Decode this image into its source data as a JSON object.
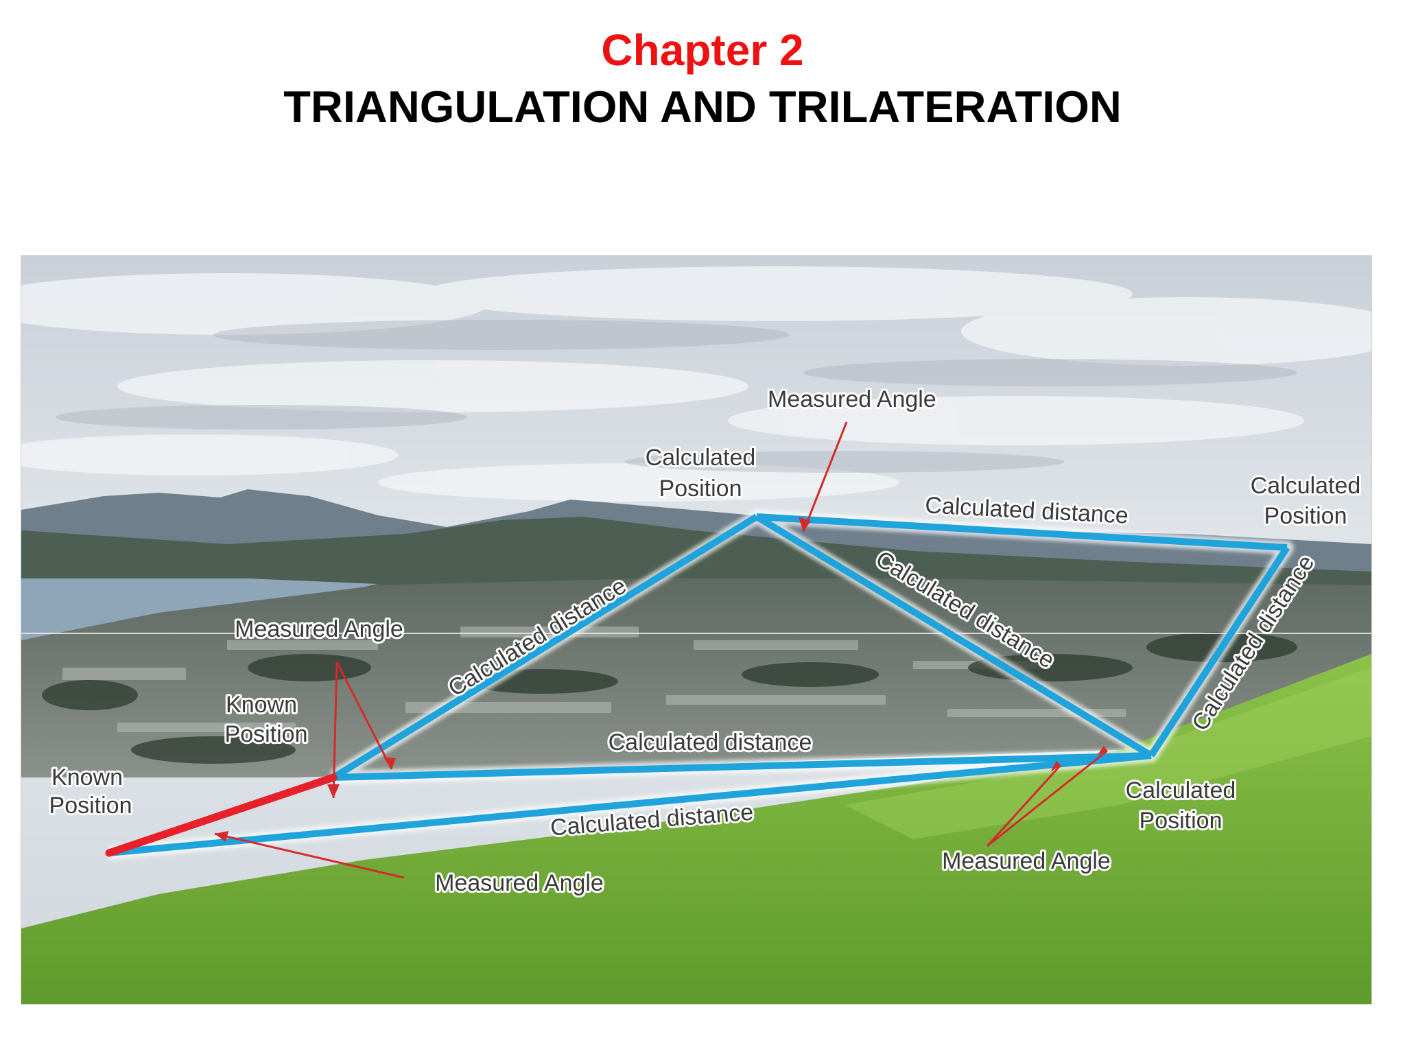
{
  "header": {
    "chapter": "Chapter 2",
    "title": "TRIANGULATION AND TRILATERATION"
  },
  "figure": {
    "labels": {
      "measured_angle_top": "Measured Angle",
      "calc_position_top_line1": "Calculated",
      "calc_position_top_line2": "Position",
      "calc_distance_top": "Calculated distance",
      "calc_position_right_line1": "Calculated",
      "calc_position_right_line2": "Position",
      "calc_distance_upper_left": "Calculated distance",
      "calc_distance_diagonal": "Calculated distance",
      "calc_distance_right": "Calculated distance",
      "measured_angle_left": "Measured Angle",
      "known_position_mid_line1": "Known",
      "known_position_mid_line2": "Position",
      "calc_distance_middle": "Calculated distance",
      "known_position_far_line1": "Known",
      "known_position_far_line2": "Position",
      "calc_distance_bottom": "Calculated distance",
      "calc_position_bottom_line1": "Calculated",
      "calc_position_bottom_line2": "Position",
      "measured_angle_bottom_right": "Measured Angle",
      "measured_angle_bottom": "Measured Angle"
    },
    "colors": {
      "baseline": "#e8202a",
      "network": "#1fa3dc",
      "arrow": "#d42a2a",
      "sky": "#d7dde4",
      "grass": "#7fb540"
    }
  }
}
